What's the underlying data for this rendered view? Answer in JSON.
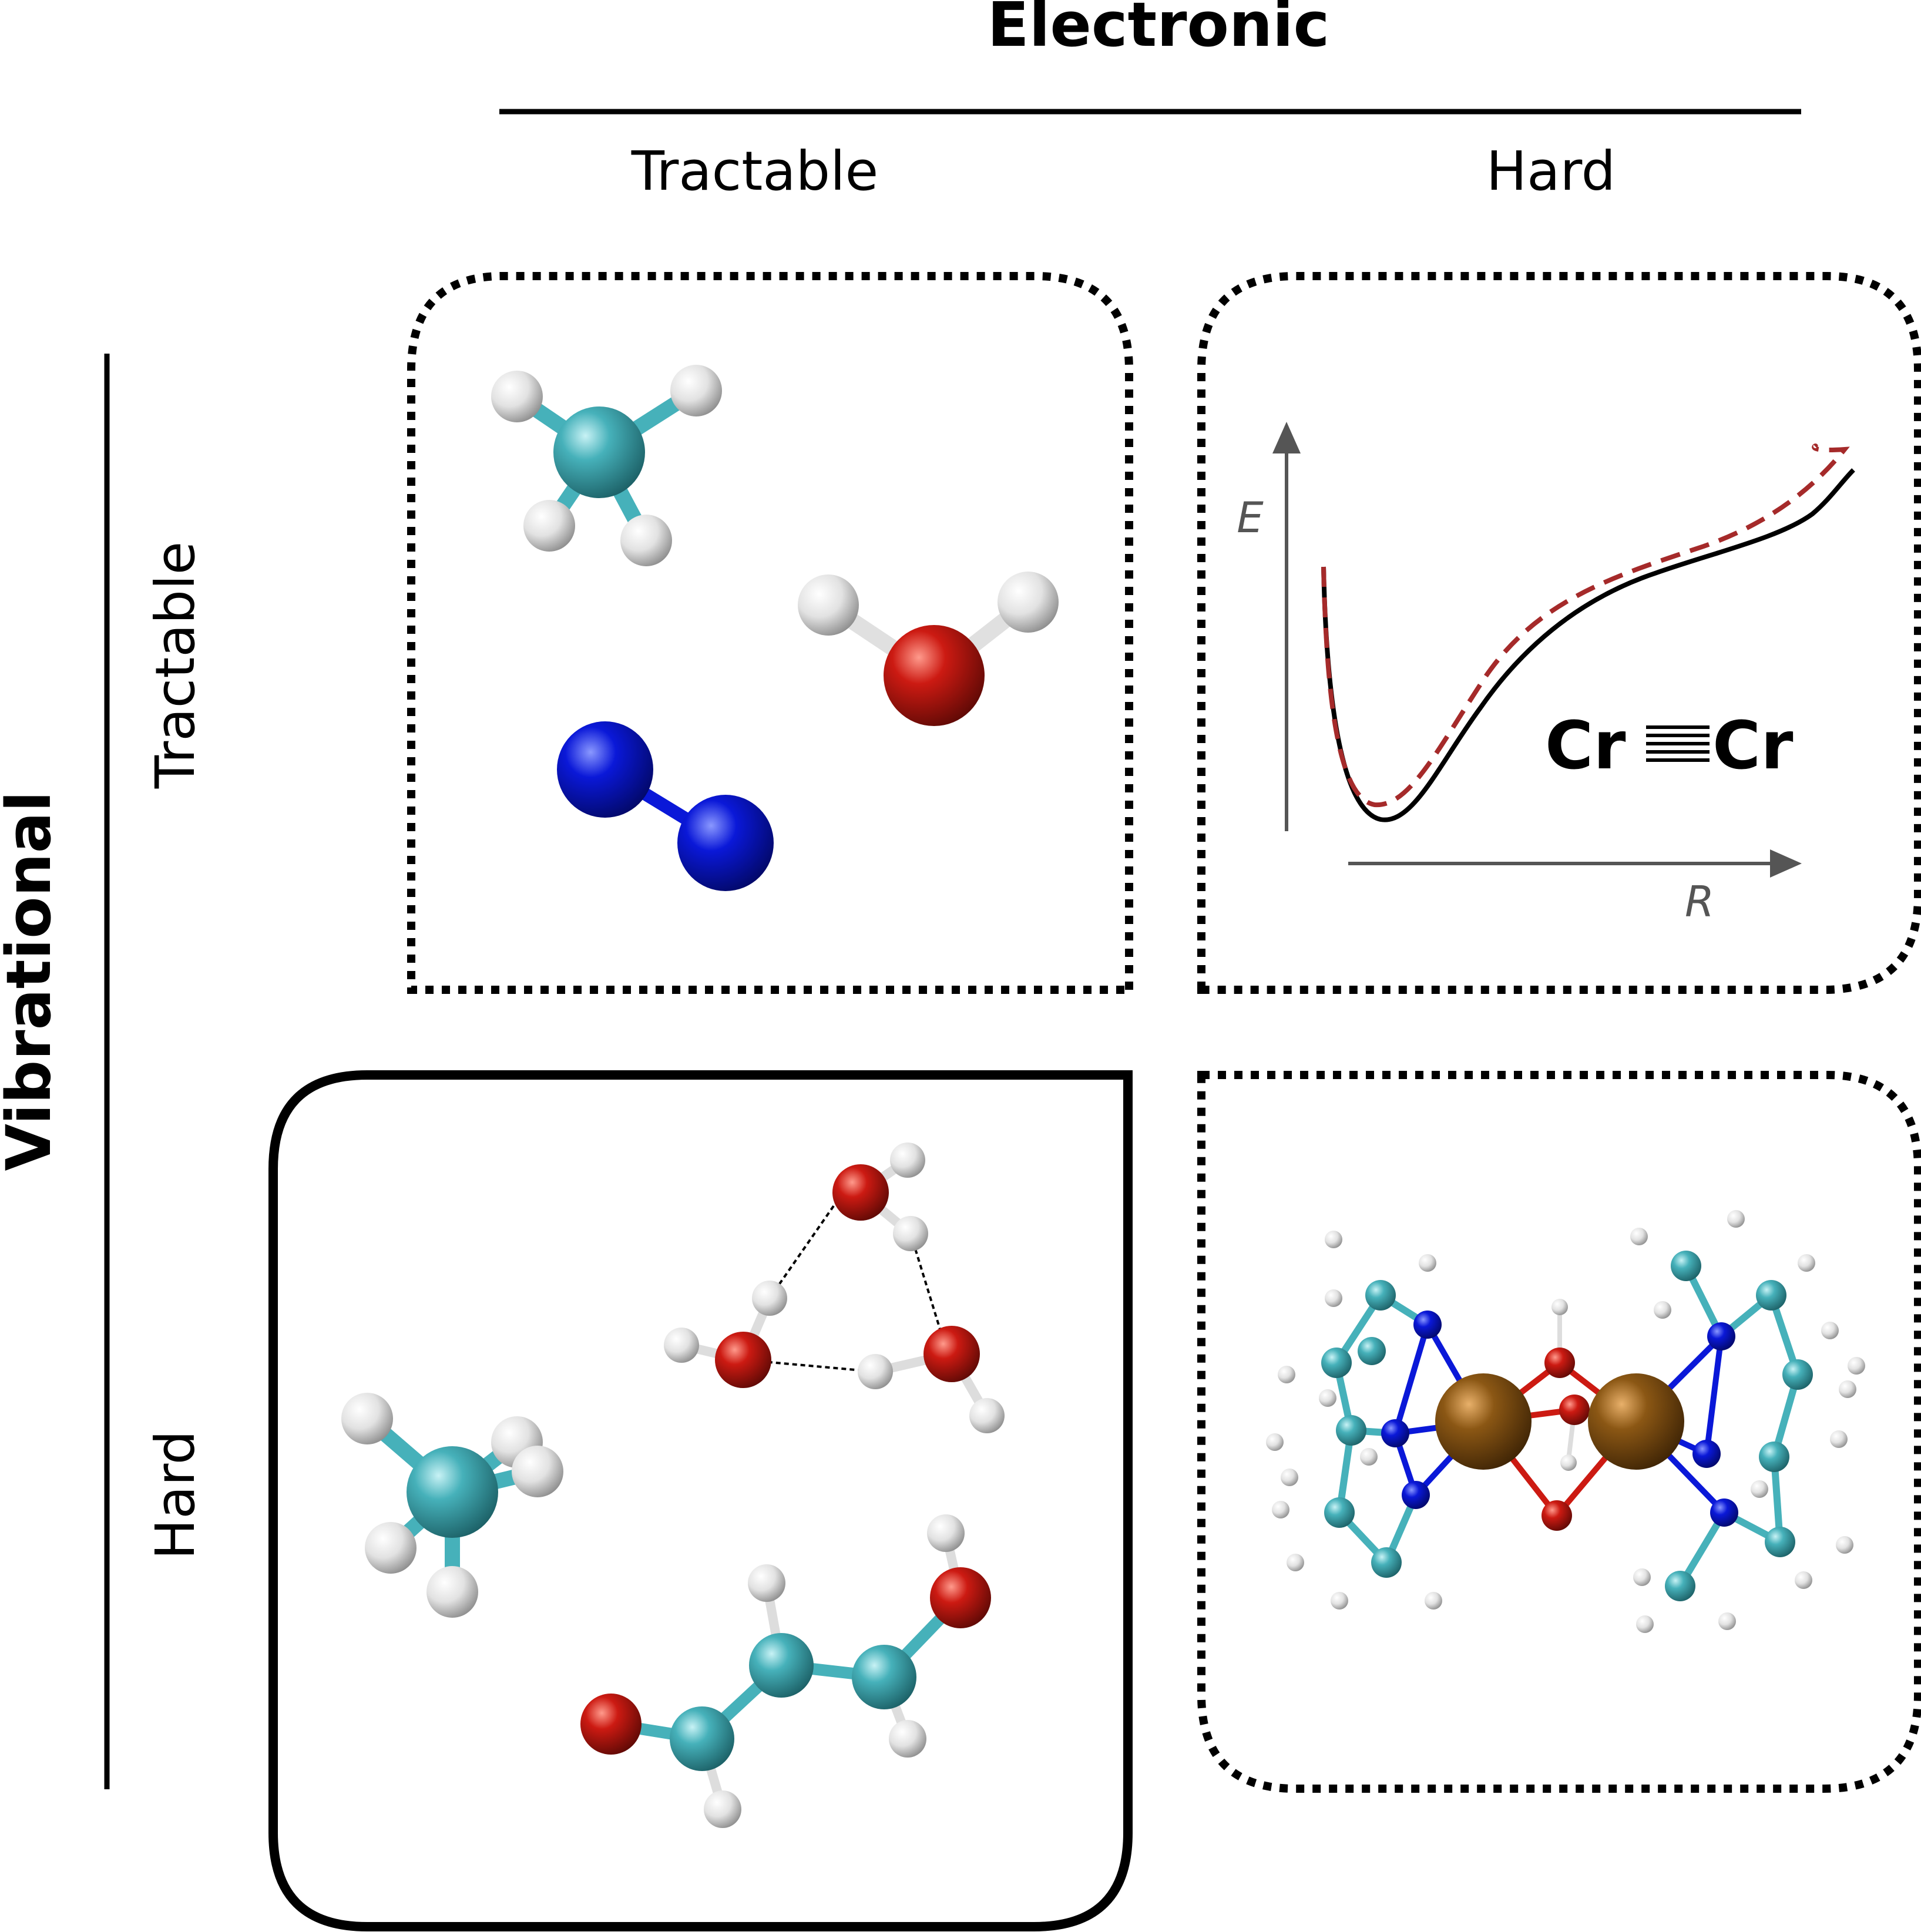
{
  "header": {
    "title": "Electronic",
    "col_tractable": "Tractable",
    "col_hard": "Hard"
  },
  "side": {
    "title": "Vibrational",
    "row_tractable": "Tractable",
    "row_hard": "Hard"
  },
  "plot": {
    "y_label": "E",
    "x_label": "R",
    "molecule_label_left": "Cr",
    "molecule_label_right": "Cr",
    "line_colors": {
      "solid": "#000000",
      "dashed": "#a52a2a"
    }
  },
  "colors": {
    "carbon": "#46b1ba",
    "hydrogen": "#ececec",
    "oxygen": "#cc1a12",
    "nitrogen": "#0a18d8",
    "chromium": "#8b5714"
  }
}
